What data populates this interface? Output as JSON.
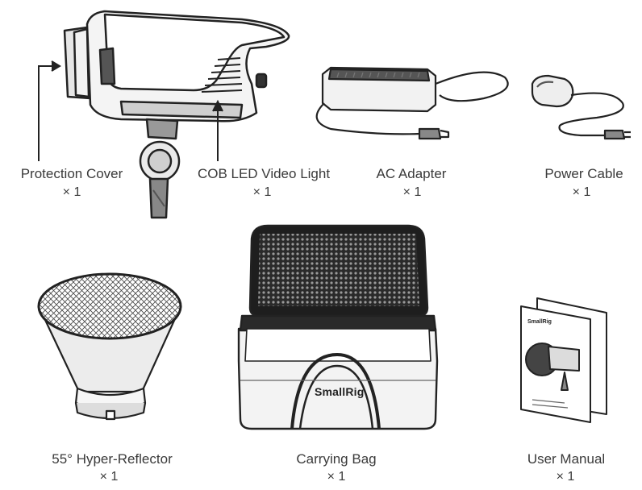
{
  "items": [
    {
      "name": "Protection Cover",
      "qty": "× 1"
    },
    {
      "name": "COB LED Video Light",
      "qty": "× 1"
    },
    {
      "name": "AC Adapter",
      "qty": "× 1"
    },
    {
      "name": "Power Cable",
      "qty": "× 1"
    },
    {
      "name": "55° Hyper-Reflector",
      "qty": "× 1"
    },
    {
      "name": "Carrying Bag",
      "qty": "× 1"
    },
    {
      "name": "User Manual",
      "qty": "× 1"
    }
  ],
  "brand": "SmallRig"
}
